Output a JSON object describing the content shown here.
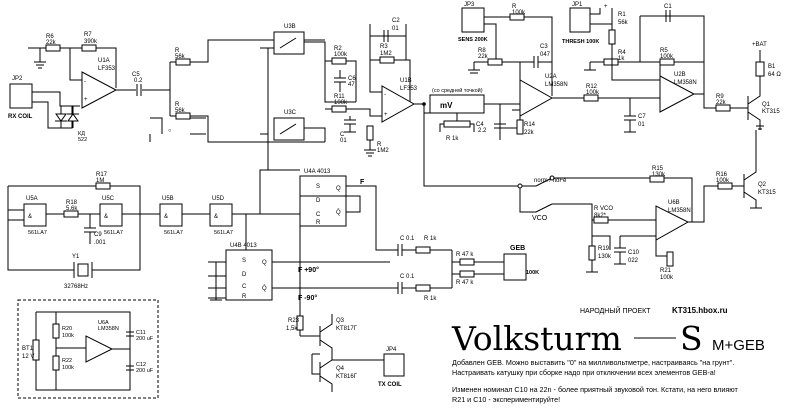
{
  "project_label": "НАРОДНЫЙ ПРОЕКТ",
  "site": "KT315.hbox.ru",
  "title_main": "Volksturm",
  "title_s": "S",
  "title_suffix": "M+GEB",
  "notes": [
    "Добавлен GEB. Можно выставить \"0\" на милливольтметре, настраиваясь \"на грунт\".",
    "Настраивать катушку при сборке надо при отключении всех элементов GEB-а!",
    "Изменен номинал C10 на 22n - более приятный звуковой тон. Кстати, на него влияют",
    "R21 и C10 - экспериментируйте!"
  ],
  "labels": {
    "r6": "R6",
    "r6v": "22k",
    "r7": "R7",
    "r7v": "390k",
    "u1a": "U1A",
    "u1av": "LF353",
    "jp2": "JP2",
    "rx": "RX COIL",
    "k522": "КД",
    "k522b": "522",
    "c5": "C5",
    "c5v": "0.2",
    "r": "R",
    "r56a": "56k",
    "r56b": "56k",
    "u3b": "U3B",
    "u3c": "U3C",
    "r2": "R2",
    "r2v": "100k",
    "c6": "C6",
    "c6v": "47",
    "r11": "R11",
    "r11v": "100k",
    "c": "C",
    "cv": "01",
    "c2": "C2",
    "c2v": "01",
    "r3": "R3",
    "r3v": "1M2",
    "u1b": "U1B",
    "u1bv": "LF353",
    "r1m2": "1M2",
    "r_r": "R",
    "mv_note": "(со средней точкой)",
    "mv": "mV",
    "r1k": "R 1k",
    "jp3": "JP3",
    "sens": "SENS 200K",
    "r8": "R8",
    "r8v": "22k",
    "rtop": "R",
    "rtopv": "100k",
    "c3": "C3",
    "c3v": "047",
    "c4": "C4",
    "c4v": "2.2",
    "r14": "R14",
    "r14v": "22k",
    "u2a": "U2A",
    "u2av": "LM358N",
    "r12": "R12",
    "r12v": "100k",
    "c7": "C7",
    "c7v": "01",
    "jp1": "JP1",
    "thresh": "THRESH 100K",
    "r1": "R1",
    "r1v": "56k",
    "c1": "C1",
    "r4": "R4",
    "r4v": "1k",
    "r5": "R5",
    "r5v": "100k",
    "u2b": "U2B",
    "u2bv": "LM358N",
    "r9": "R9",
    "r9v": "22k",
    "q1": "Q1",
    "q1v": "KT315",
    "bat": "+BAT",
    "b1": "B1",
    "b1v": "64 Ω",
    "norm": "norm / noFe",
    "vco": "VCO",
    "r15": "R15",
    "r15v": "130k",
    "r16": "R16",
    "r16v": "100k",
    "q2": "Q2",
    "q2v": "KT315",
    "u6b": "U6B",
    "u6bv": "LM358N",
    "rvco": "R VCO",
    "rvcov": "8k2*",
    "r19": "R19",
    "r19v": "130k",
    "c10": "C10",
    "c10v": "022",
    "r21": "R21",
    "r21v": "100k",
    "u4a": "U4A 4013",
    "u4b": "U4B 4013",
    "f": "F",
    "f90p": "F +90°",
    "f90m": "F -90°",
    "c01a": "C 0.1",
    "c01b": "C 0.1",
    "r1ka": "R 1k",
    "r1kb": "R 1k",
    "r47a": "R 47 k",
    "r47b": "R 47 k",
    "geb": "GEB",
    "gebv": "100K",
    "r17": "R17",
    "r17v": "1M",
    "r18": "R18",
    "r18v": "5.6k",
    "u5a": "U5A",
    "u5c": "U5C",
    "u5b": "U5B",
    "u5d": "U5D",
    "l561a": "561LA7",
    "l561b": "561LA7",
    "l561c": "561LA7",
    "l561d": "561LA7",
    "c9": "C9",
    "c9v": ".001",
    "y1": "Y1",
    "y1v": "32768Hz",
    "r20": "R20",
    "r20v": "100k",
    "r22": "R22",
    "r22v": "100k",
    "bt1": "BT1",
    "bt1v": "12 V",
    "u6a": "U6A",
    "u6av": "LM358N",
    "c11": "C11",
    "c11v": "200 uF",
    "c12": "C12",
    "c12v": "200 uF",
    "r23": "R23",
    "r23v": "1,5k",
    "q3": "Q3",
    "q3v": "KT817Г",
    "q4": "Q4",
    "q4v": "KT816Г",
    "jp4": "JP4",
    "tx": "TX COIL"
  }
}
